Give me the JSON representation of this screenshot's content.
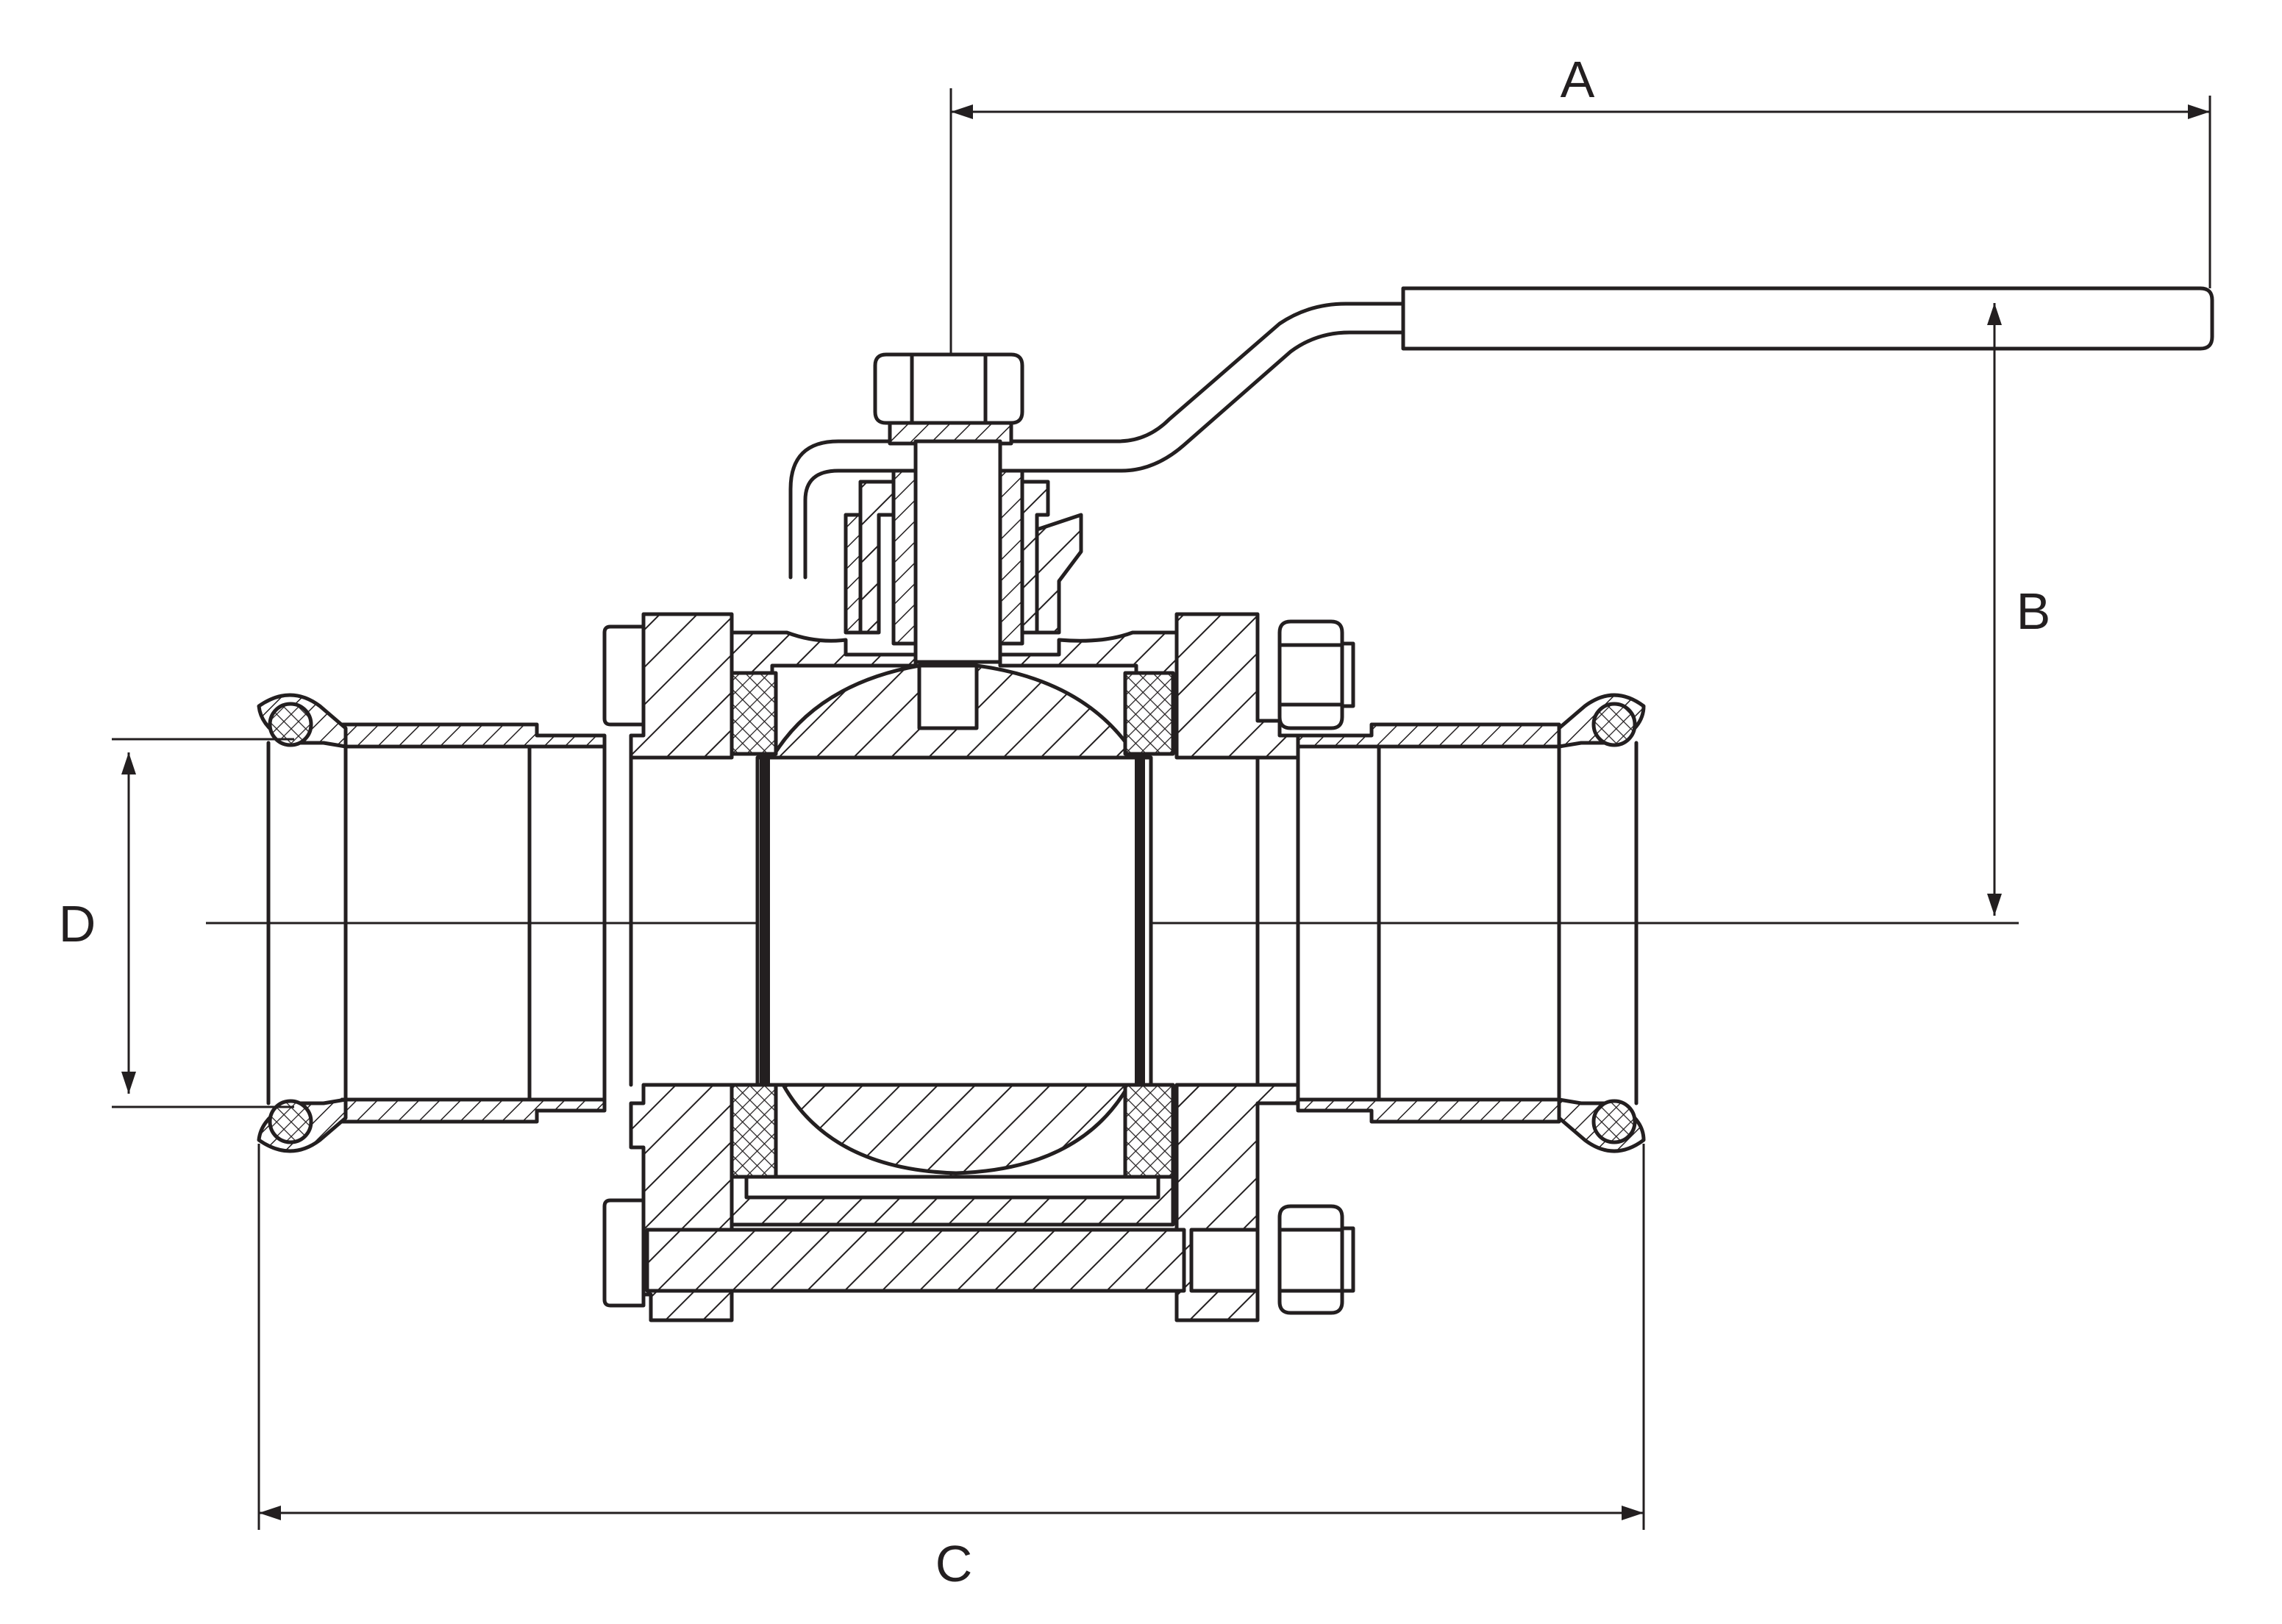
{
  "dimensions": {
    "a": "A",
    "b": "B",
    "c": "C",
    "d": "D"
  },
  "colors": {
    "line": "#231f20",
    "background": "#ffffff"
  }
}
